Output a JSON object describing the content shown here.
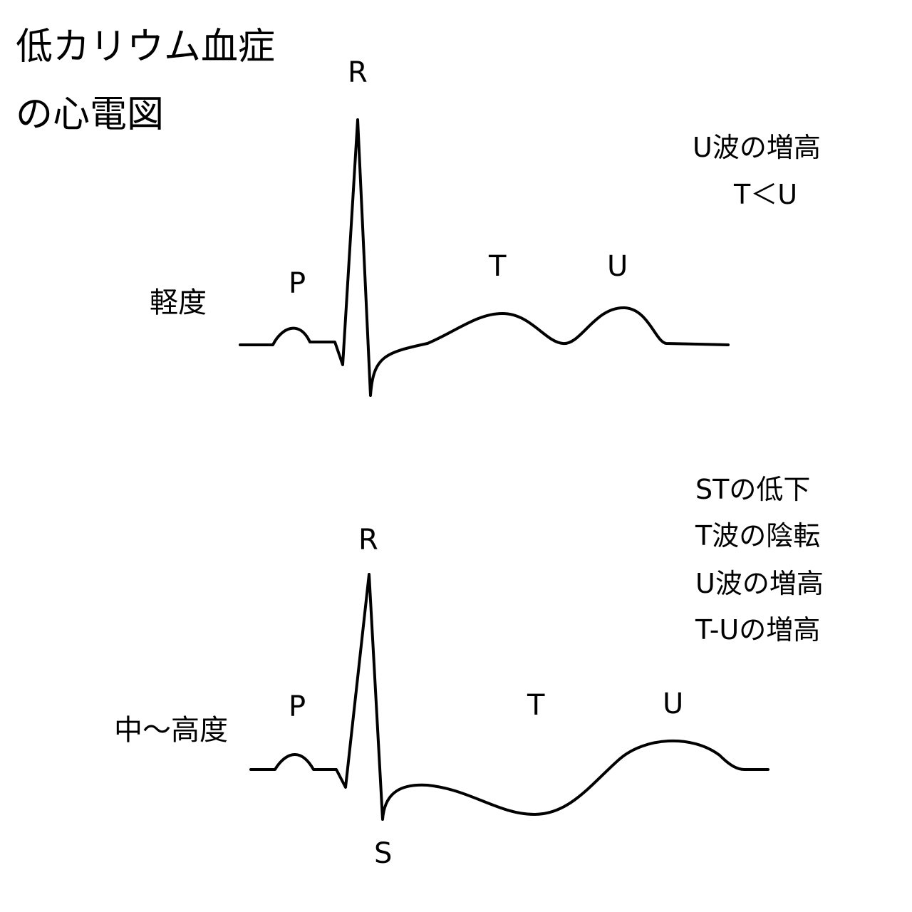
{
  "title": {
    "line1": "低カリウム血症",
    "line2": "の心電図"
  },
  "mild": {
    "severity": "軽度",
    "waves": {
      "P": "P",
      "R": "R",
      "T": "T",
      "U": "U"
    },
    "notes": [
      "U波の増高",
      "T＜U"
    ]
  },
  "severe": {
    "severity": "中〜高度",
    "waves": {
      "P": "P",
      "R": "R",
      "S": "S",
      "T": "T",
      "U": "U"
    },
    "notes": [
      "STの低下",
      "T波の陰転",
      "U波の増高",
      "T-Uの増高"
    ]
  }
}
